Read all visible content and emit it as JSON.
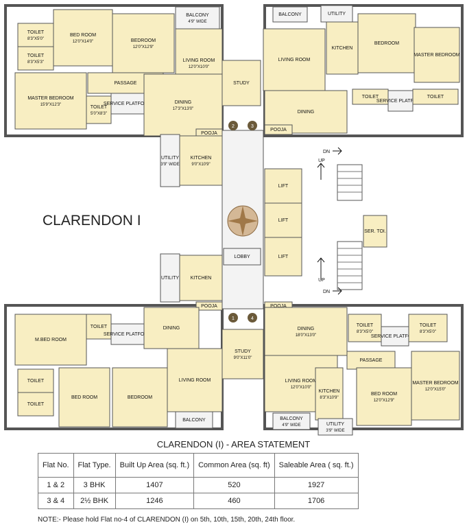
{
  "title": "CLARENDON I",
  "rooms": [
    {
      "key": "t1",
      "name": "TOILET",
      "dim": "8'3\"X5'0\""
    },
    {
      "key": "bed1",
      "name": "BED ROOM",
      "dim": "12'0\"X14'0\""
    },
    {
      "key": "bed2",
      "name": "BEDROOM",
      "dim": "12'0\"X12'9\""
    },
    {
      "key": "balc1",
      "name": "BALCONY",
      "dim": "4'9\" WIDE"
    },
    {
      "key": "t2",
      "name": "TOILET",
      "dim": "8'3\"X5'3\""
    },
    {
      "key": "liv1",
      "name": "LIVING ROOM",
      "dim": "12'0\"X10'0\""
    },
    {
      "key": "mbr1",
      "name": "MASTER BEDROOM",
      "dim": "15'9\"X12'3\""
    },
    {
      "key": "pas1",
      "name": "PASSAGE",
      "dim": ""
    },
    {
      "key": "t3",
      "name": "TOILET",
      "dim": "5'0\"X8'3\""
    },
    {
      "key": "sp1",
      "name": "SERVICE PLATFORM",
      "dim": ""
    },
    {
      "key": "din1",
      "name": "DINING",
      "dim": "17'3\"X13'0\""
    },
    {
      "key": "study2",
      "name": "STUDY",
      "dim": ""
    },
    {
      "key": "pooja1",
      "name": "POOJA",
      "dim": ""
    },
    {
      "key": "util1",
      "name": "UTILITY",
      "dim": "3'9\" WIDE"
    },
    {
      "key": "kit1",
      "name": "KITCHEN",
      "dim": "9'0\"X10'9\""
    },
    {
      "key": "balc2",
      "name": "BALCONY",
      "dim": ""
    },
    {
      "key": "util2",
      "name": "UTILITY",
      "dim": ""
    },
    {
      "key": "kit2",
      "name": "KITCHEN",
      "dim": ""
    },
    {
      "key": "bed2b",
      "name": "BEDROOM",
      "dim": ""
    },
    {
      "key": "mbr2",
      "name": "MASTER BEDROOM",
      "dim": ""
    },
    {
      "key": "liv2",
      "name": "LIVING ROOM",
      "dim": ""
    },
    {
      "key": "din2",
      "name": "DINING",
      "dim": ""
    },
    {
      "key": "t4",
      "name": "TOILET",
      "dim": ""
    },
    {
      "key": "sp2",
      "name": "SERVICE PLATFORM",
      "dim": ""
    },
    {
      "key": "t5",
      "name": "TOILET",
      "dim": ""
    },
    {
      "key": "pooja2",
      "name": "POOJA",
      "dim": ""
    },
    {
      "key": "lift1",
      "name": "LIFT",
      "dim": ""
    },
    {
      "key": "lift2",
      "name": "LIFT",
      "dim": ""
    },
    {
      "key": "lift3",
      "name": "LIFT",
      "dim": ""
    },
    {
      "key": "sertoi",
      "name": "SER. TOI.",
      "dim": ""
    },
    {
      "key": "lobby",
      "name": "LOBBY",
      "dim": ""
    },
    {
      "key": "util3",
      "name": "UTILITY",
      "dim": ""
    },
    {
      "key": "kit3",
      "name": "KITCHEN",
      "dim": ""
    },
    {
      "key": "pooja3",
      "name": "POOJA",
      "dim": ""
    },
    {
      "key": "pooja4",
      "name": "POOJA",
      "dim": ""
    },
    {
      "key": "mbr3",
      "name": "M.BED ROOM",
      "dim": ""
    },
    {
      "key": "t6",
      "name": "TOILET",
      "dim": ""
    },
    {
      "key": "sp3",
      "name": "SERVICE PLATFORM",
      "dim": ""
    },
    {
      "key": "din3",
      "name": "DINING",
      "dim": ""
    },
    {
      "key": "t7",
      "name": "TOILET",
      "dim": ""
    },
    {
      "key": "t8",
      "name": "TOILET",
      "dim": ""
    },
    {
      "key": "bed3",
      "name": "BED ROOM",
      "dim": ""
    },
    {
      "key": "bed4",
      "name": "BEDROOM",
      "dim": ""
    },
    {
      "key": "liv3",
      "name": "LIVING ROOM",
      "dim": ""
    },
    {
      "key": "balc3",
      "name": "BALCONY",
      "dim": ""
    },
    {
      "key": "study4",
      "name": "STUDY",
      "dim": "9'0\"X11'0\""
    },
    {
      "key": "din4",
      "name": "DINING",
      "dim": "18'0\"X13'0\""
    },
    {
      "key": "t9",
      "name": "TOILET",
      "dim": "8'3\"X5'0\""
    },
    {
      "key": "sp4",
      "name": "SERVICE PLATFORM",
      "dim": ""
    },
    {
      "key": "t10",
      "name": "TOILET",
      "dim": "8'3\"X5'0\""
    },
    {
      "key": "pas4",
      "name": "PASSAGE",
      "dim": ""
    },
    {
      "key": "liv4",
      "name": "LIVING ROOM",
      "dim": "12'0\"X10'0\""
    },
    {
      "key": "kit4",
      "name": "KITCHEN",
      "dim": "8'3\"X10'9\""
    },
    {
      "key": "bed5",
      "name": "BED ROOM",
      "dim": "12'0\"X12'9\""
    },
    {
      "key": "mbr4",
      "name": "MASTER BEDROOM",
      "dim": "12'0\"X15'0\""
    },
    {
      "key": "balc4",
      "name": "BALCONY",
      "dim": "4'9\" WIDE"
    },
    {
      "key": "util4",
      "name": "UTILITY",
      "dim": "3'9\" WIDE"
    }
  ],
  "stairs": {
    "dn": "DN",
    "up": "UP"
  },
  "flat_numbers": [
    "1",
    "2",
    "3",
    "4"
  ],
  "statement": {
    "title": "CLARENDON (I) - AREA STATEMENT",
    "headers": [
      "Flat No.",
      "Flat Type.",
      "Built Up Area (sq. ft.)",
      "Common Area (sq. ft)",
      "Saleable Area ( sq. ft.)"
    ],
    "rows": [
      [
        "1 & 2",
        "3 BHK",
        "1407",
        "520",
        "1927"
      ],
      [
        "3 & 4",
        "2½ BHK",
        "1246",
        "460",
        "1706"
      ]
    ]
  },
  "note": "NOTE:- Please hold Flat no-4 of CLARENDON (I) on 5th, 10th, 15th, 20th, 24th floor."
}
